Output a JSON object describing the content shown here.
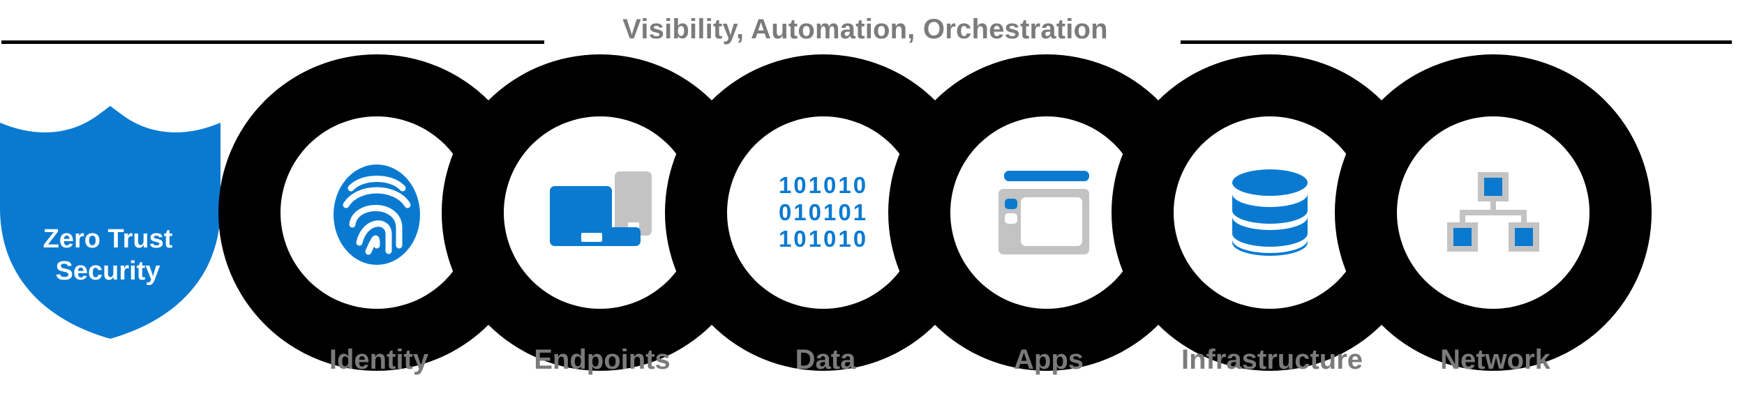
{
  "banner": {
    "title": "Visibility, Automation, Orchestration",
    "rule_color": "#000000",
    "text_color": "#7b7b7b"
  },
  "shield": {
    "name": "zero-trust-shield",
    "line1": "Zero Trust",
    "line2": "Security",
    "fill_color": "#0a7ad1",
    "text_color": "#ffffff"
  },
  "connector": {
    "name": "backbone-line",
    "color": "#0a7ad1"
  },
  "theme": {
    "ring_color": "#000000",
    "ring_inner_color": "#ffffff",
    "accent_blue": "#0a7ad1",
    "neutral_gray": "#c3c3c3",
    "label_gray": "#7b7b7b",
    "background": "#ffffff"
  },
  "pillars": [
    {
      "id": "identity",
      "label": "Identity",
      "icon": "fingerprint-icon"
    },
    {
      "id": "endpoints",
      "label": "Endpoints",
      "icon": "laptop-phone-icon"
    },
    {
      "id": "data",
      "label": "Data",
      "icon": "binary-data-icon",
      "binary_rows": [
        "101010",
        "010101",
        "101010"
      ]
    },
    {
      "id": "apps",
      "label": "Apps",
      "icon": "app-window-icon"
    },
    {
      "id": "infrastructure",
      "label": "Infrastructure",
      "icon": "database-icon"
    },
    {
      "id": "network",
      "label": "Network",
      "icon": "network-tree-icon"
    }
  ]
}
